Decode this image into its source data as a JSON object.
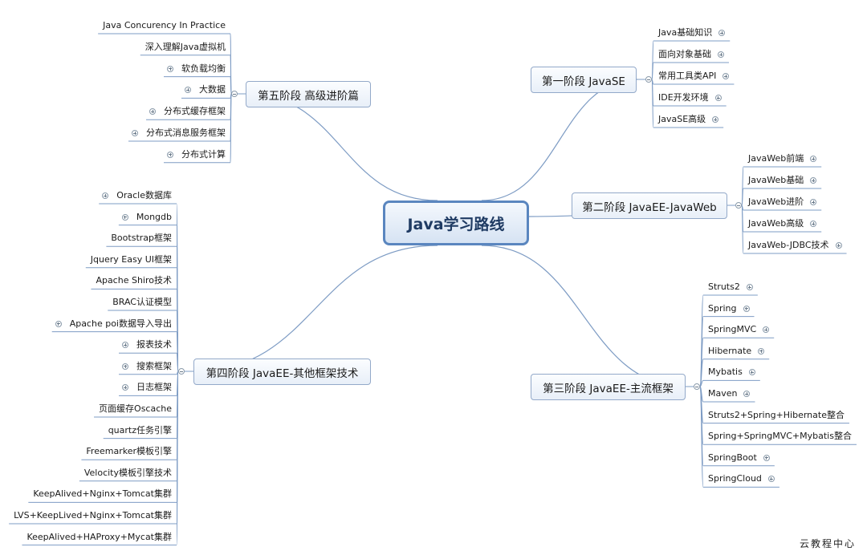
{
  "root": {
    "label": "Java学习路线"
  },
  "branches": [
    {
      "id": "s1",
      "label": "第一阶段 JavaSE",
      "items": [
        {
          "label": "Java基础知识",
          "expand": true
        },
        {
          "label": "面向对象基础",
          "expand": true
        },
        {
          "label": "常用工具类API",
          "expand": true
        },
        {
          "label": "IDE开发环境",
          "expand": true
        },
        {
          "label": "JavaSE高级",
          "expand": true
        }
      ]
    },
    {
      "id": "s2",
      "label": "第二阶段 JavaEE-JavaWeb",
      "items": [
        {
          "label": "JavaWeb前端",
          "expand": true
        },
        {
          "label": "JavaWeb基础",
          "expand": true
        },
        {
          "label": "JavaWeb进阶",
          "expand": true
        },
        {
          "label": "JavaWeb高级",
          "expand": true
        },
        {
          "label": "JavaWeb-JDBC技术",
          "expand": true
        }
      ]
    },
    {
      "id": "s3",
      "label": "第三阶段 JavaEE-主流框架",
      "items": [
        {
          "label": "Struts2",
          "expand": true
        },
        {
          "label": "Spring",
          "expand": true
        },
        {
          "label": "SpringMVC",
          "expand": true
        },
        {
          "label": "Hibernate",
          "expand": true
        },
        {
          "label": "Mybatis",
          "expand": true
        },
        {
          "label": "Maven",
          "expand": true
        },
        {
          "label": "Struts2+Spring+Hibernate整合",
          "expand": false
        },
        {
          "label": "Spring+SpringMVC+Mybatis整合",
          "expand": false
        },
        {
          "label": "SpringBoot",
          "expand": true
        },
        {
          "label": "SpringCloud",
          "expand": true
        }
      ]
    },
    {
      "id": "s4",
      "label": "第四阶段 JavaEE-其他框架技术",
      "items": [
        {
          "label": "Oracle数据库",
          "expand": true
        },
        {
          "label": "Mongdb",
          "expand": true
        },
        {
          "label": "Bootstrap框架",
          "expand": false
        },
        {
          "label": "Jquery Easy UI框架",
          "expand": false
        },
        {
          "label": "Apache Shiro技术",
          "expand": false
        },
        {
          "label": "BRAC认证模型",
          "expand": false
        },
        {
          "label": "Apache poi数据导入导出",
          "expand": true
        },
        {
          "label": "报表技术",
          "expand": true
        },
        {
          "label": "搜索框架",
          "expand": true
        },
        {
          "label": "日志框架",
          "expand": true
        },
        {
          "label": "页面缓存Oscache",
          "expand": false
        },
        {
          "label": "quartz任务引擎",
          "expand": false
        },
        {
          "label": "Freemarker模板引擎",
          "expand": false
        },
        {
          "label": "Velocity模板引擎技术",
          "expand": false
        },
        {
          "label": "KeepAlived+Nginx+Tomcat集群",
          "expand": false
        },
        {
          "label": "LVS+KeepLived+Nginx+Tomcat集群",
          "expand": false
        },
        {
          "label": "KeepAlived+HAProxy+Mycat集群",
          "expand": false
        }
      ]
    },
    {
      "id": "s5",
      "label": "第五阶段 高级进阶篇",
      "items": [
        {
          "label": "Java Concurency In Practice",
          "expand": false
        },
        {
          "label": "深入理解Java虚拟机",
          "expand": false
        },
        {
          "label": "软负载均衡",
          "expand": true
        },
        {
          "label": "大数据",
          "expand": true
        },
        {
          "label": "分布式缓存框架",
          "expand": true
        },
        {
          "label": "分布式消息服务框架",
          "expand": true
        },
        {
          "label": "分布式计算",
          "expand": true
        }
      ]
    }
  ],
  "watermark": "云教程中心",
  "colors": {
    "line": "#7e9cc4",
    "root_border": "#5a86bf",
    "topic_border": "#93a9c9"
  }
}
